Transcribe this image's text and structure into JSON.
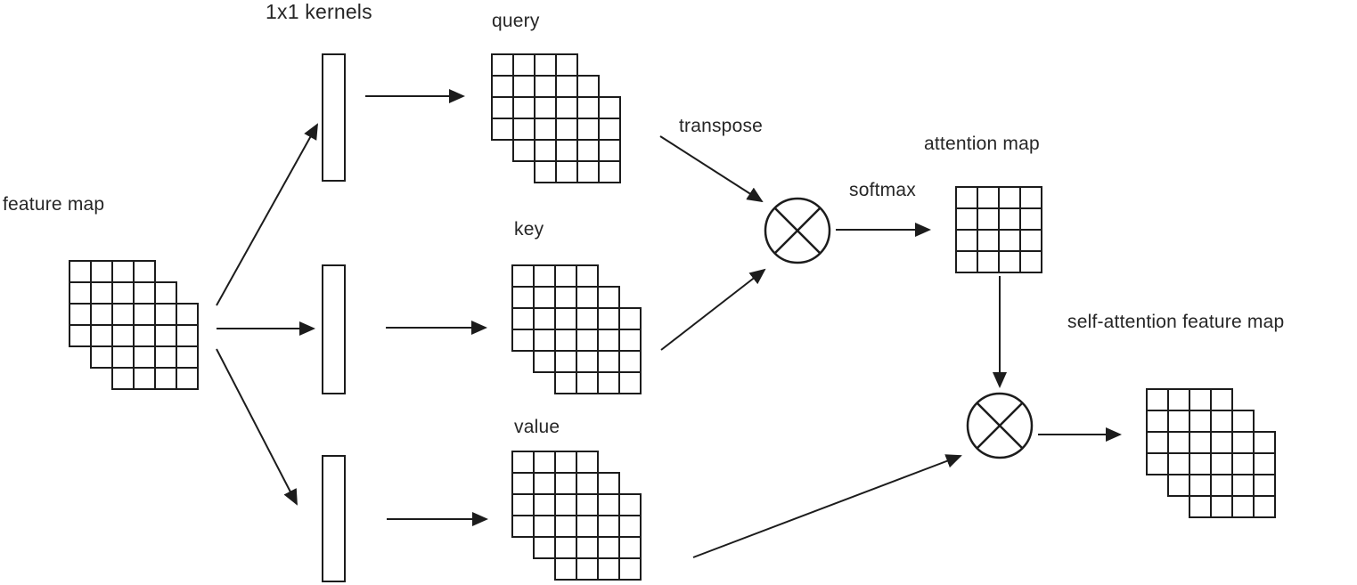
{
  "title": "self-attention block diagram",
  "colors": {
    "background": "#ffffff",
    "line": "#1c1c1c",
    "text": "#262626",
    "grid_fill": "#ffffff"
  },
  "labels": {
    "feature_map": "feature map",
    "kernels": "1x1 kernels",
    "query": "query",
    "key": "key",
    "value": "value",
    "transpose": "transpose",
    "softmax": "softmax",
    "attention_map": "attention map",
    "output": "self-attention feature map"
  },
  "nodes": [
    {
      "id": "feature_map",
      "label": "feature map",
      "shape": "stacked-grid",
      "grids": 3,
      "rows": 4,
      "cols": 4
    },
    {
      "id": "kernel_top",
      "label": "1x1 kernels",
      "shape": "vertical-bar"
    },
    {
      "id": "kernel_middle",
      "label": "1x1 kernels",
      "shape": "vertical-bar"
    },
    {
      "id": "kernel_bottom",
      "label": "1x1 kernels",
      "shape": "vertical-bar"
    },
    {
      "id": "query",
      "label": "query",
      "shape": "stacked-grid",
      "grids": 3,
      "rows": 4,
      "cols": 4
    },
    {
      "id": "key",
      "label": "key",
      "shape": "stacked-grid",
      "grids": 3,
      "rows": 4,
      "cols": 4
    },
    {
      "id": "value",
      "label": "value",
      "shape": "stacked-grid",
      "grids": 3,
      "rows": 4,
      "cols": 4
    },
    {
      "id": "matmul_1",
      "label": "",
      "shape": "circle-cross"
    },
    {
      "id": "attention_map",
      "label": "attention map",
      "shape": "grid",
      "rows": 4,
      "cols": 4
    },
    {
      "id": "matmul_2",
      "label": "",
      "shape": "circle-cross"
    },
    {
      "id": "output",
      "label": "self-attention feature map",
      "shape": "stacked-grid",
      "grids": 3,
      "rows": 4,
      "cols": 4
    }
  ],
  "edges": [
    {
      "from": "feature_map",
      "to": "kernel_top",
      "label": ""
    },
    {
      "from": "feature_map",
      "to": "kernel_middle",
      "label": ""
    },
    {
      "from": "feature_map",
      "to": "kernel_bottom",
      "label": ""
    },
    {
      "from": "kernel_top",
      "to": "query",
      "label": ""
    },
    {
      "from": "kernel_middle",
      "to": "key",
      "label": ""
    },
    {
      "from": "kernel_bottom",
      "to": "value",
      "label": ""
    },
    {
      "from": "query",
      "to": "matmul_1",
      "label": "transpose"
    },
    {
      "from": "key",
      "to": "matmul_1",
      "label": ""
    },
    {
      "from": "matmul_1",
      "to": "attention_map",
      "label": "softmax"
    },
    {
      "from": "attention_map",
      "to": "matmul_2",
      "label": ""
    },
    {
      "from": "value",
      "to": "matmul_2",
      "label": ""
    },
    {
      "from": "matmul_2",
      "to": "output",
      "label": ""
    }
  ]
}
